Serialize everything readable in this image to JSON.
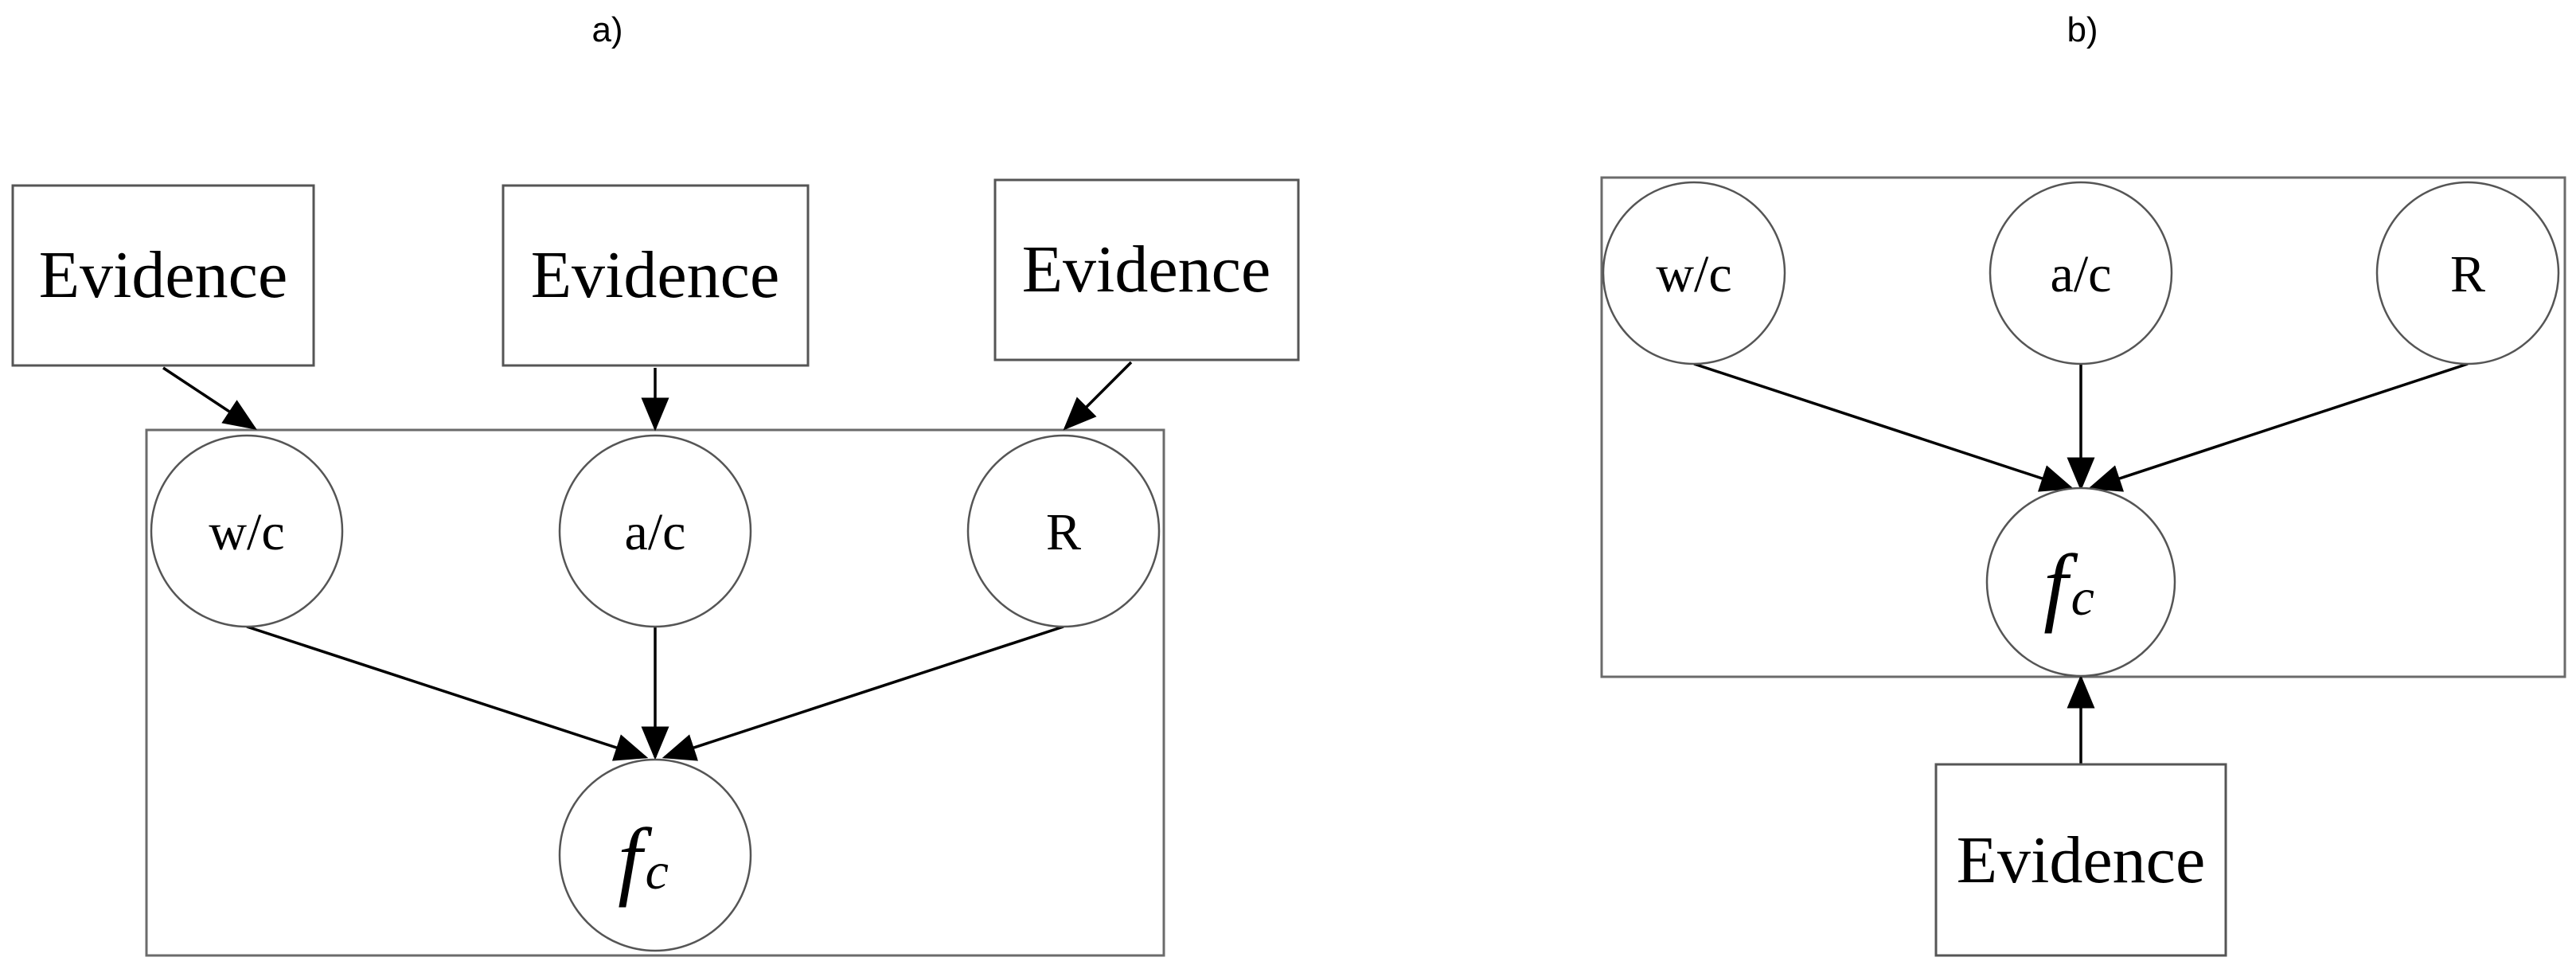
{
  "panels": [
    {
      "label": "a)",
      "evidence": [
        "Evidence",
        "Evidence",
        "Evidence"
      ],
      "nodes": [
        "w/c",
        "a/c",
        "R"
      ],
      "output": {
        "main": "f",
        "sub": "c"
      }
    },
    {
      "label": "b)",
      "evidence": [
        "Evidence"
      ],
      "nodes": [
        "w/c",
        "a/c",
        "R"
      ],
      "output": {
        "main": "f",
        "sub": "c"
      }
    }
  ]
}
